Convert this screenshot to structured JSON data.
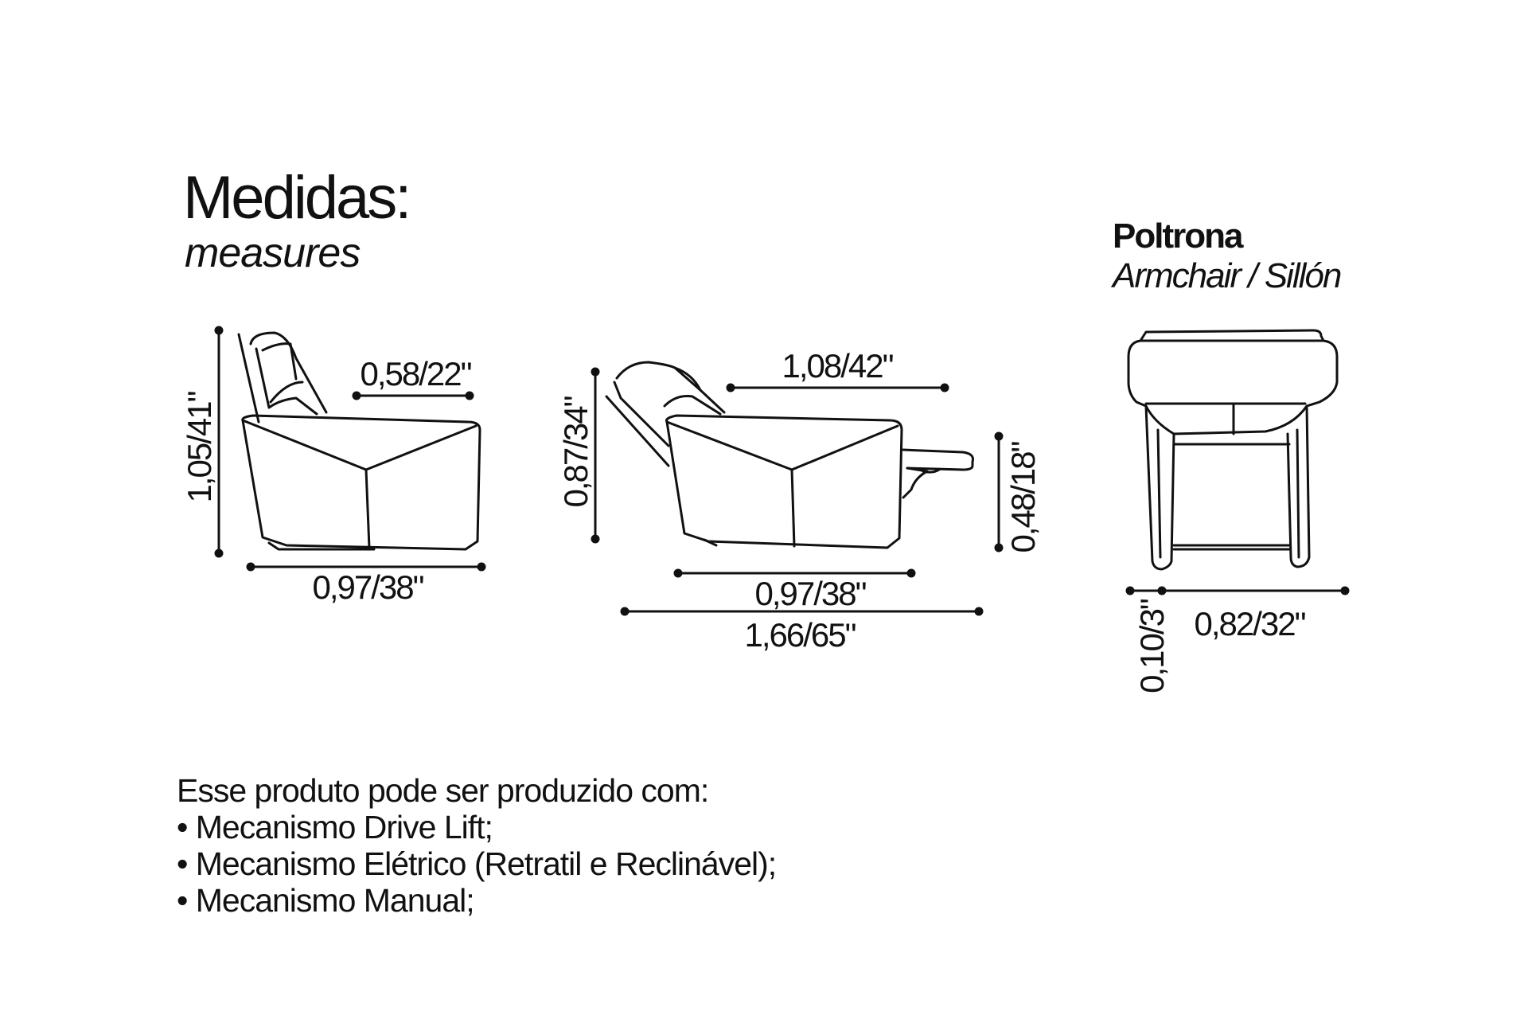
{
  "header": {
    "title": "Medidas:",
    "subtitle": "measures"
  },
  "product": {
    "name": "Poltrona",
    "translation": "Armchair / Sillón"
  },
  "dimensions": {
    "side_height": "1,05/41\"",
    "side_seat_depth": "0,58/22\"",
    "side_depth": "0,97/38\"",
    "reclined_height": "0,87/34\"",
    "reclined_seat_depth": "1,08/42\"",
    "footrest_height": "0,48/18\"",
    "reclined_body_depth": "0,97/38\"",
    "reclined_total_depth": "1,66/65\"",
    "front_arm_width": "0,10/3\"",
    "front_width": "0,82/32\""
  },
  "notes": {
    "intro": "Esse produto pode ser produzido com:",
    "items": [
      "• Mecanismo Drive Lift;",
      "• Mecanismo Elétrico (Retratil e Reclinável);",
      "• Mecanismo Manual;"
    ]
  }
}
